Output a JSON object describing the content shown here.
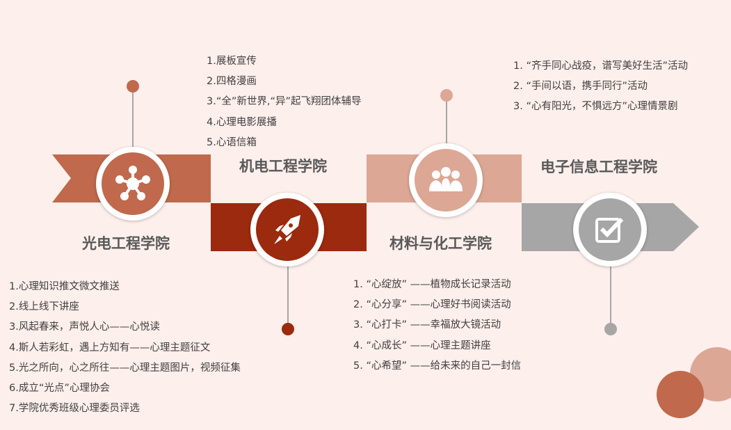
{
  "colors": {
    "background": "#fdefec",
    "stage1": "#c0694c",
    "stage2": "#9b2a0e",
    "stage3": "#dca795",
    "stage4": "#a6a6a6",
    "title": "#595959",
    "text": "#404040"
  },
  "stages": [
    {
      "title": "光电工程学院",
      "icon": "network-icon",
      "items": [
        "1.心理知识推文微文推送",
        "2.线上线下讲座",
        "3.风起春来，声悦人心——心悦读",
        "4.斯人若彩虹，遇上方知有——心理主题征文",
        "5.光之所向，心之所往——心理主题图片，视频征集",
        "6.成立“光点”心理协会",
        "7.学院优秀班级心理委员评选"
      ]
    },
    {
      "title": "机电工程学院",
      "icon": "rocket-icon",
      "items": [
        "1.展板宣传",
        "2.四格漫画",
        "3.“全”新世界,“异”起飞翔团体辅导",
        "4.心理电影展播",
        "5.心语信箱"
      ]
    },
    {
      "title": "材料与化工学院",
      "icon": "team-icon",
      "items": [
        "1. “心绽放” ——植物成长记录活动",
        "2. “心分享” ——心理好书阅读活动",
        "3. “心打卡” ——幸福放大镜活动",
        "4. “心成长” ——心理主题讲座",
        "5. “心希望” ——给未来的自己一封信"
      ]
    },
    {
      "title": "电子信息工程学院",
      "icon": "checkbox-icon",
      "items": [
        "1. “齐手同心战疫，谱写美好生活”活动",
        "2.  “手间以语，携手同行”活动",
        "3. “心有阳光，不惧远方”心理情景剧"
      ]
    }
  ]
}
